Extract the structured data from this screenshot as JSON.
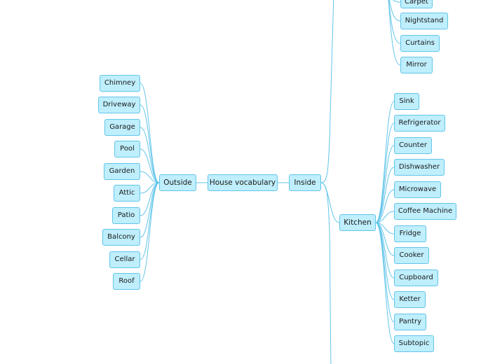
{
  "root": {
    "label": "House vocabulary"
  },
  "outside": {
    "label": "Outside",
    "children": [
      "Chimney",
      "Driveway",
      "Garage",
      "Pool",
      "Garden",
      "Attic",
      "Patio",
      "Balcony",
      "Cellar",
      "Roof"
    ]
  },
  "inside": {
    "label": "Inside"
  },
  "bedroom_items": [
    "Carpet",
    "Nightstand",
    "Curtains",
    "Mirror"
  ],
  "kitchen": {
    "label": "Kitchen",
    "children": [
      "Sink",
      "Refrigerator",
      "Counter",
      "Dishwasher",
      "Microwave",
      "Coffee Machine",
      "Fridge",
      "Cooker",
      "Cupboard",
      "Ketter",
      "Pantry",
      "Subtopic"
    ]
  },
  "colors": {
    "node_fill": "#bfeefc",
    "node_border": "#62c5ea",
    "connector": "#62c5ea"
  }
}
